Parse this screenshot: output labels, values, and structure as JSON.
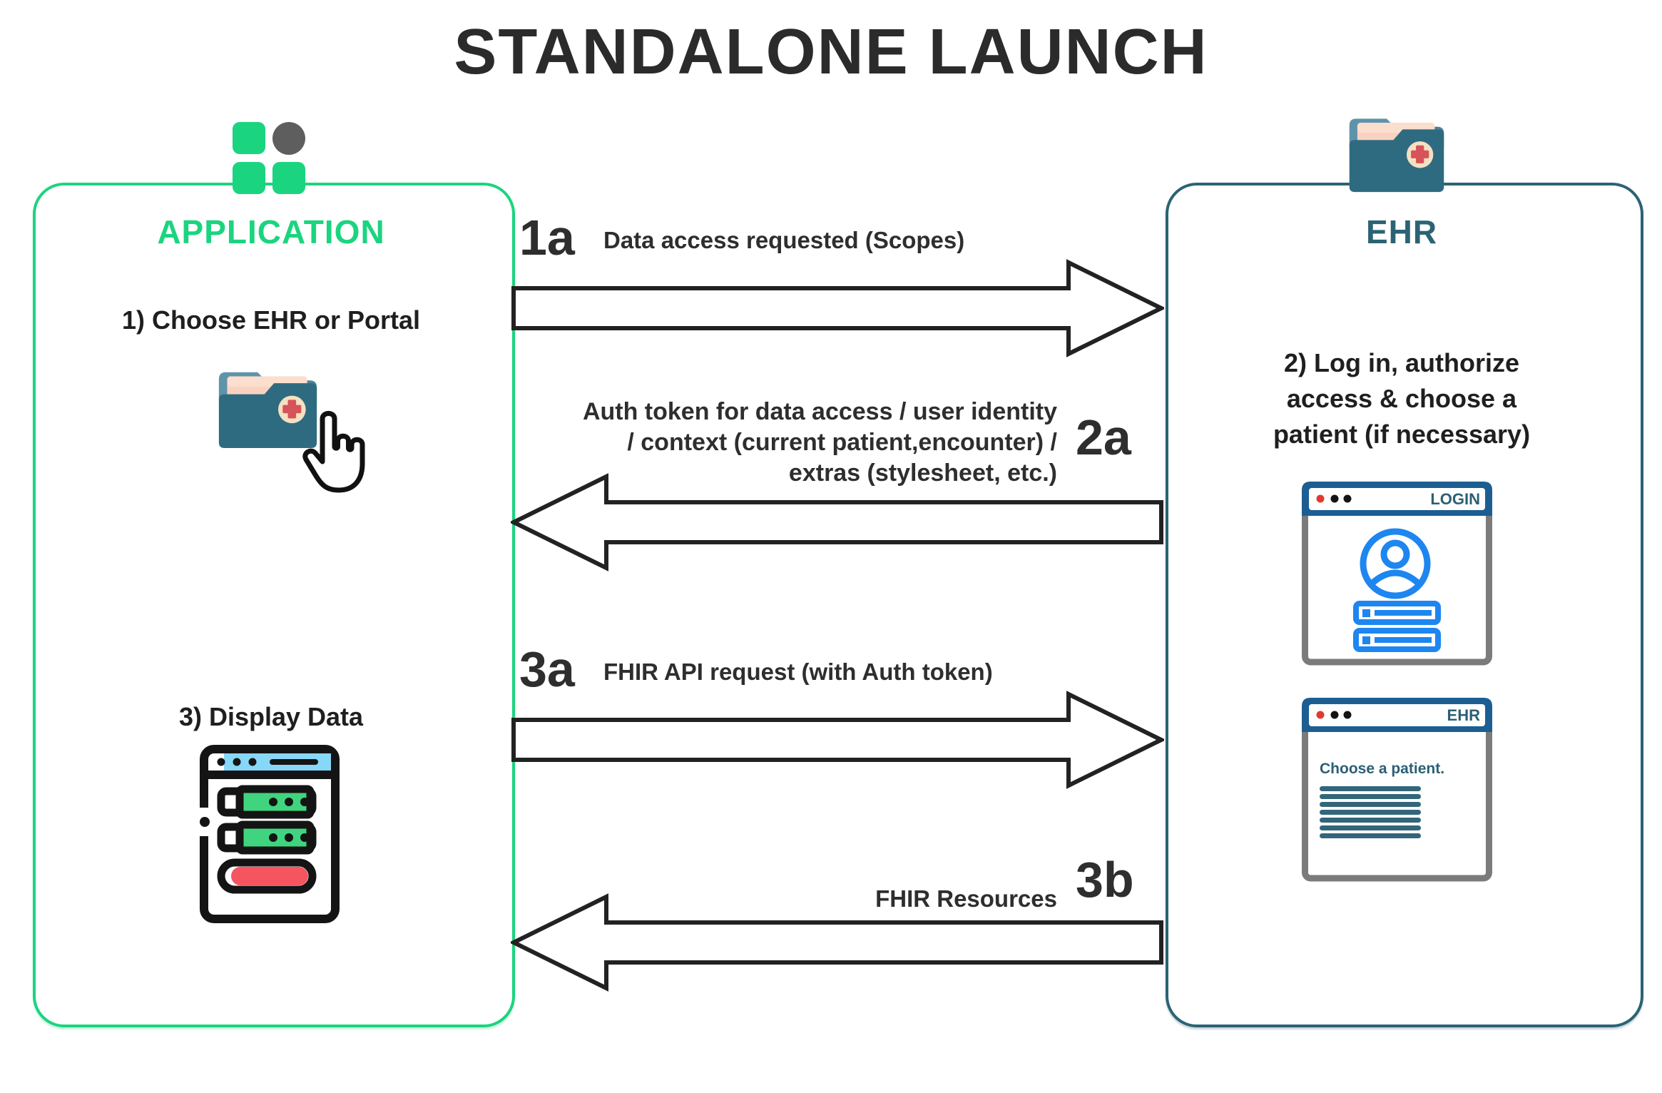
{
  "title": "STANDALONE LAUNCH",
  "application": {
    "name": "APPLICATION",
    "step1": "1) Choose EHR or Portal",
    "step3": "3) Display Data"
  },
  "ehr": {
    "name": "EHR",
    "step2_lines": [
      "2) Log in, authorize",
      "access &  choose a",
      "patient (if necessary)"
    ],
    "login_window": {
      "title": "LOGIN"
    },
    "patient_window": {
      "title": "EHR",
      "message": "Choose a patient."
    }
  },
  "messages": {
    "m1a": {
      "label": "1a",
      "text": "Data access requested (Scopes)",
      "direction": "right"
    },
    "m2a": {
      "label": "2a",
      "lines": [
        "Auth token for data access / user identity",
        "/ context (current patient,encounter) /",
        "extras (stylesheet, etc.)"
      ],
      "direction": "left"
    },
    "m3a": {
      "label": "3a",
      "text": "FHIR API request (with Auth token)",
      "direction": "right"
    },
    "m3b": {
      "label": "3b",
      "text": "FHIR Resources",
      "direction": "left"
    }
  },
  "colors": {
    "green": "#1bd47f",
    "teal": "#2b6374",
    "text_dark": "#2d2d2d",
    "arrow_outline": "#222222",
    "login_blue": "#1c5e92",
    "icon_blue": "#1d86f0",
    "folder_front": "#2f6b80",
    "folder_back": "#5f93a9",
    "paper_pink": "#f9d2bf",
    "cross_red": "#d6535a",
    "window_gray": "#7b7b7b",
    "titlebar_sky": "#87d7f9",
    "bar_green": "#41d47f",
    "pill_red": "#f4555f"
  }
}
